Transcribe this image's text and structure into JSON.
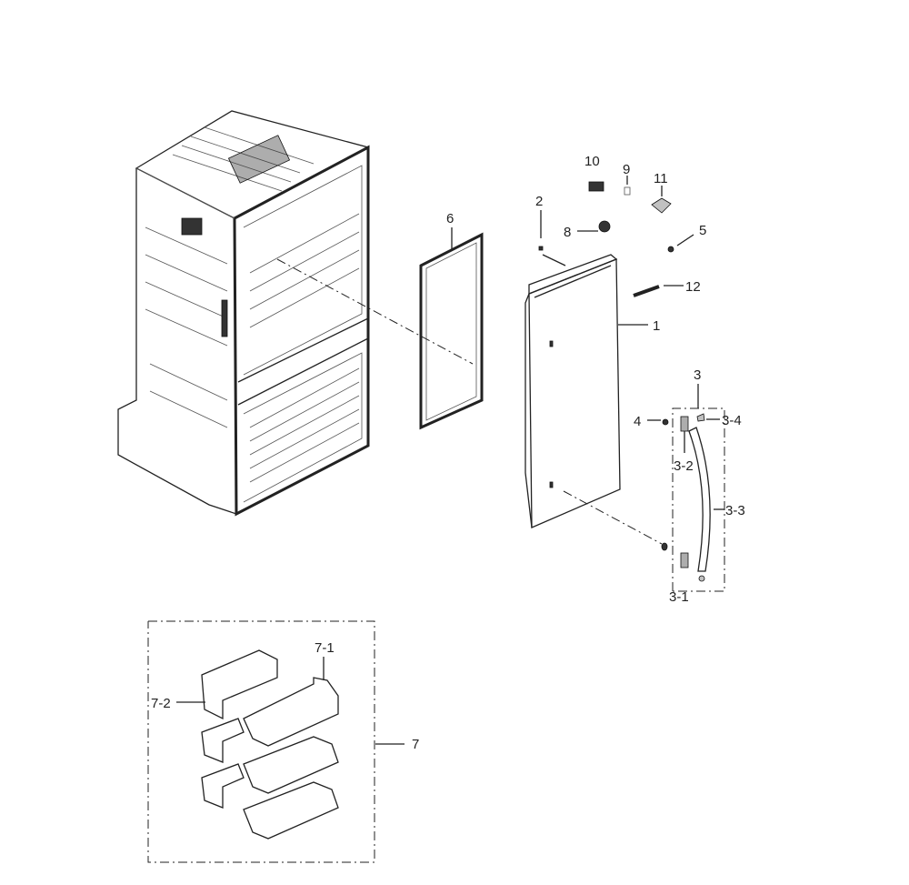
{
  "diagram": {
    "labels": {
      "p1": "1",
      "p2": "2",
      "p3": "3",
      "p3_1": "3-1",
      "p3_2": "3-2",
      "p3_3": "3-3",
      "p3_4": "3-4",
      "p4": "4",
      "p5": "5",
      "p6": "6",
      "p7": "7",
      "p7_1": "7-1",
      "p7_2": "7-2",
      "p8": "8",
      "p9": "9",
      "p10": "10",
      "p11": "11",
      "p12": "12"
    }
  }
}
